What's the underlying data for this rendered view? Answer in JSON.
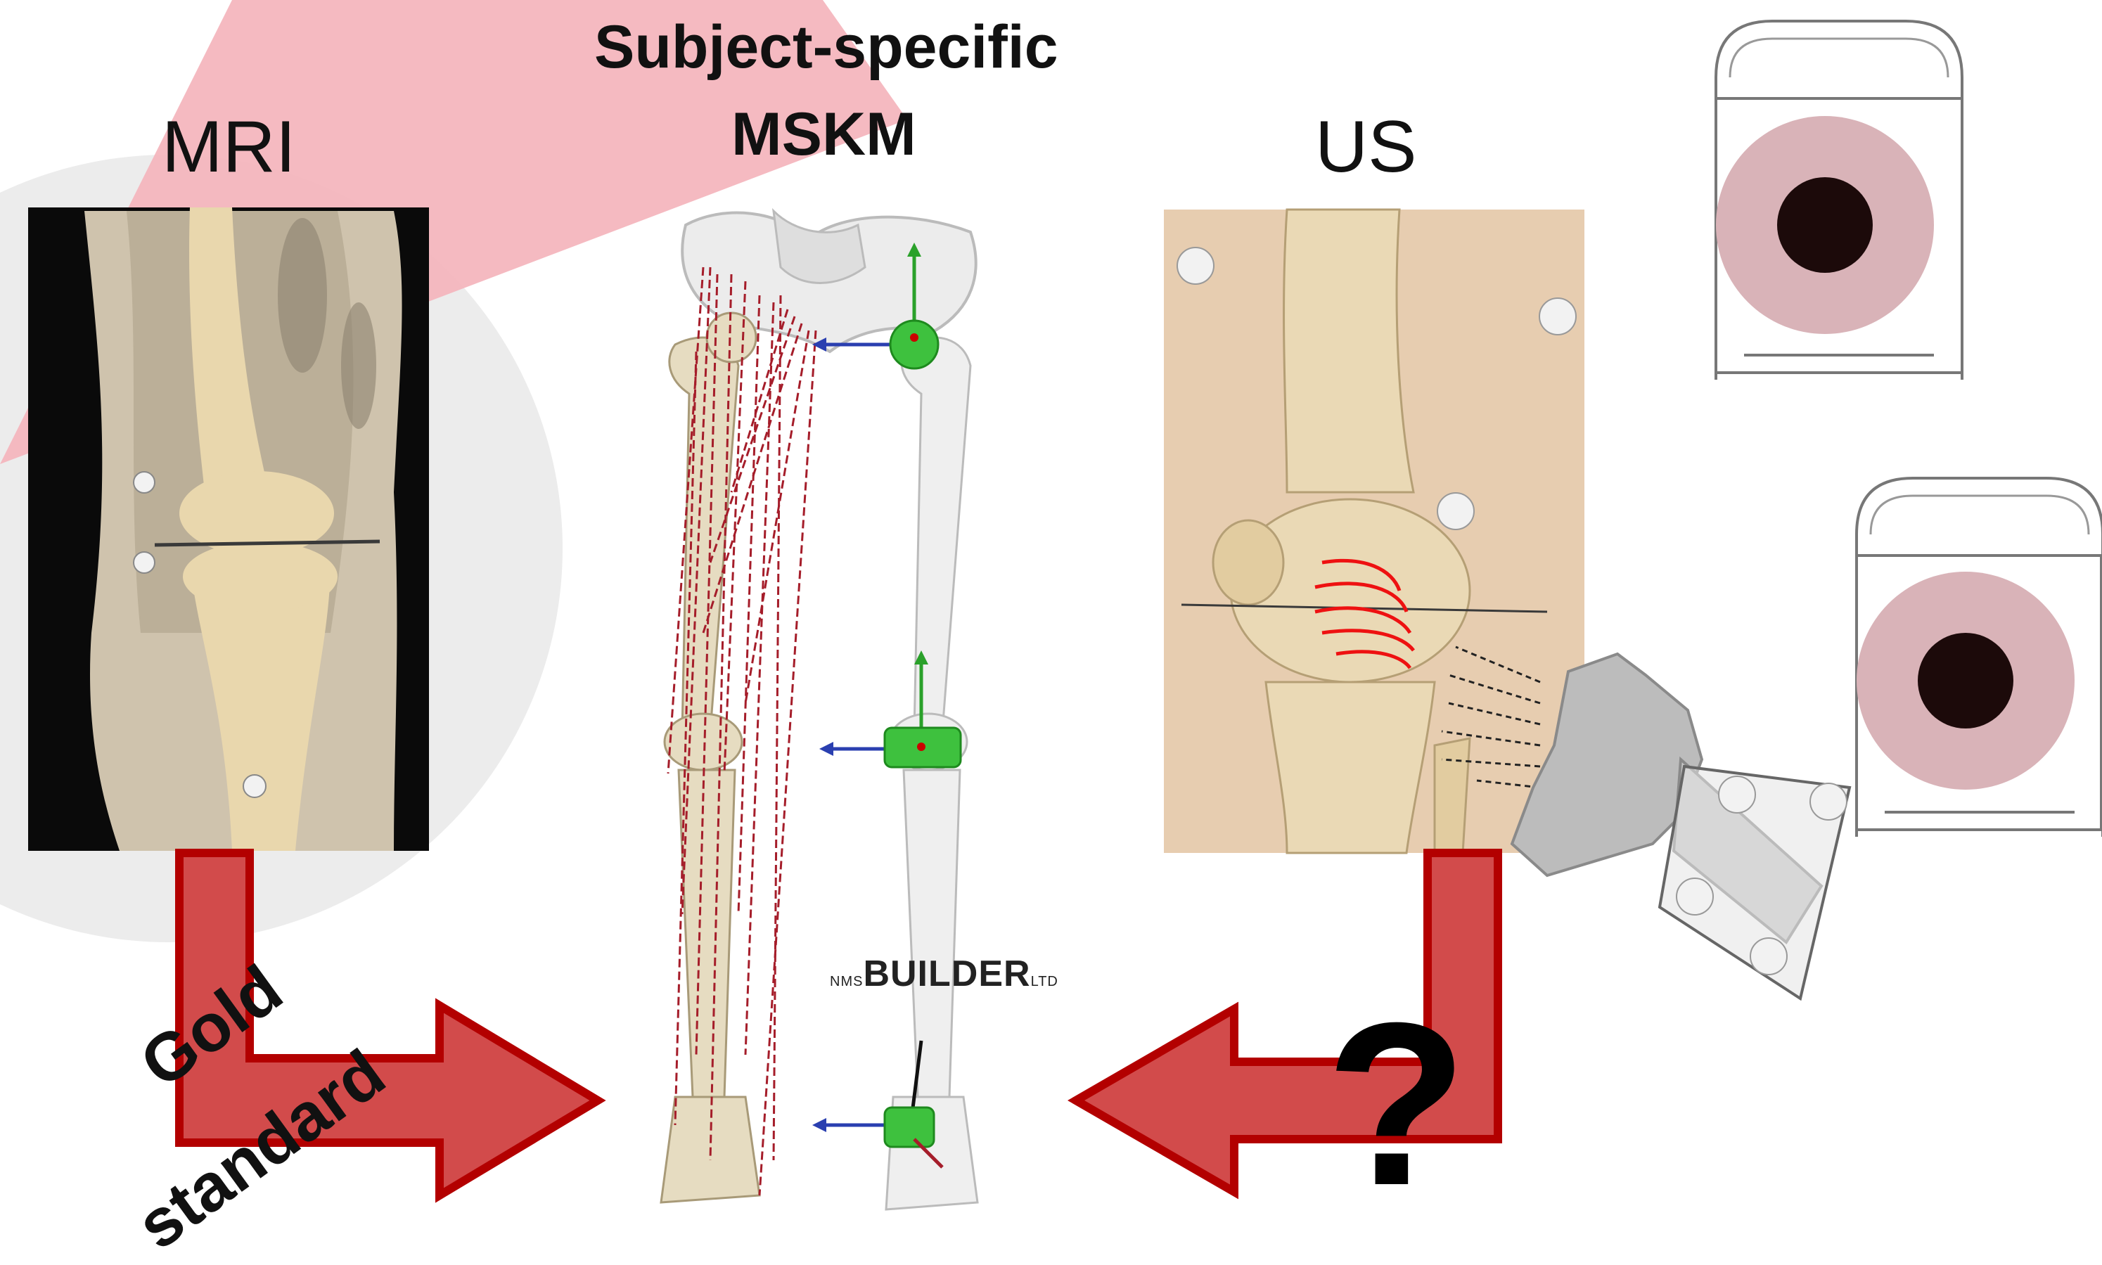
{
  "labels": {
    "mri": "MRI",
    "mskm_line1": "Subject-specific",
    "mskm_line2": "MSKM",
    "us": "US",
    "gold": "Gold",
    "standard": "standard",
    "question": "?"
  },
  "logo": {
    "text": "BUILDER",
    "prefix": "NMS",
    "suffix": "LTD"
  },
  "colors": {
    "arrow_fill": "#d24b4b",
    "arrow_stroke": "#b30000",
    "bg_pink": "#f4b6be",
    "bg_gray": "#ececec",
    "bone": "#e9d7ad",
    "skin": "#e7cdb0",
    "mri_dark": "#0a0a0a",
    "ring_pink": "#d9b3b8",
    "pupil": "#1c0a0a",
    "green_joint": "#3ec13e",
    "muscle_red": "#a51d2a",
    "probe_gray": "#bcbcbc"
  },
  "icons": {
    "mri_scanner": "mri-scanner-icon",
    "us_probe": "ultrasound-probe-icon",
    "marker": "marker-ball-icon"
  }
}
